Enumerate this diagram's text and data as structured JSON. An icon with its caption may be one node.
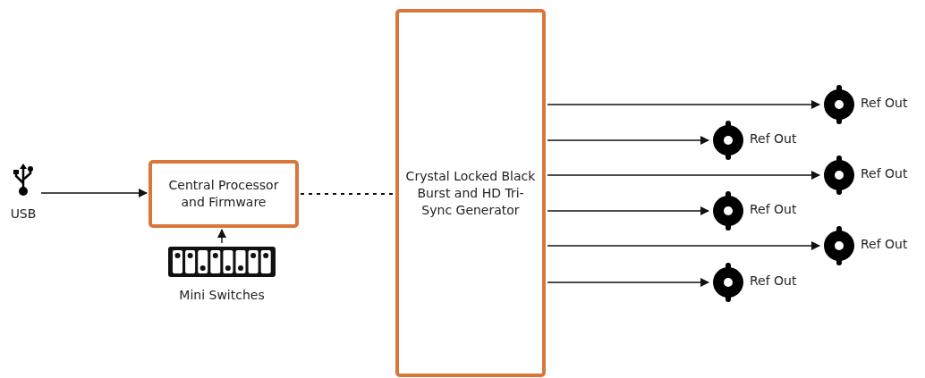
{
  "diagram": {
    "nodes": [
      {
        "text": [
          "USB"
        ]
      },
      {
        "text": [
          "Central Processor and Firmware"
        ]
      },
      {
        "text": [
          "Mini Switches"
        ]
      },
      {
        "text": [
          "Crystal Locked Black Burst and HD Tri-Sync Generator"
        ]
      },
      {
        "text": [
          "Ref Out"
        ]
      },
      {
        "text": [
          "Ref Out"
        ]
      },
      {
        "text": [
          "Ref Out"
        ]
      },
      {
        "text": [
          "Ref Out"
        ]
      },
      {
        "text": [
          "Ref Out"
        ]
      },
      {
        "text": [
          "Ref Out"
        ]
      }
    ],
    "edges": [
      {
        "from": 0,
        "to": 1,
        "arrow": "to"
      },
      {
        "from": 2,
        "to": 1,
        "arrow": "to"
      },
      {
        "from": 1,
        "to": 3,
        "arrow": "none",
        "style": "dashed"
      },
      {
        "from": 3,
        "to": 4,
        "arrow": "to"
      },
      {
        "from": 3,
        "to": 5,
        "arrow": "to"
      },
      {
        "from": 3,
        "to": 6,
        "arrow": "to"
      },
      {
        "from": 3,
        "to": 7,
        "arrow": "to"
      },
      {
        "from": 3,
        "to": 8,
        "arrow": "to"
      },
      {
        "from": 3,
        "to": 9,
        "arrow": "to"
      }
    ]
  }
}
